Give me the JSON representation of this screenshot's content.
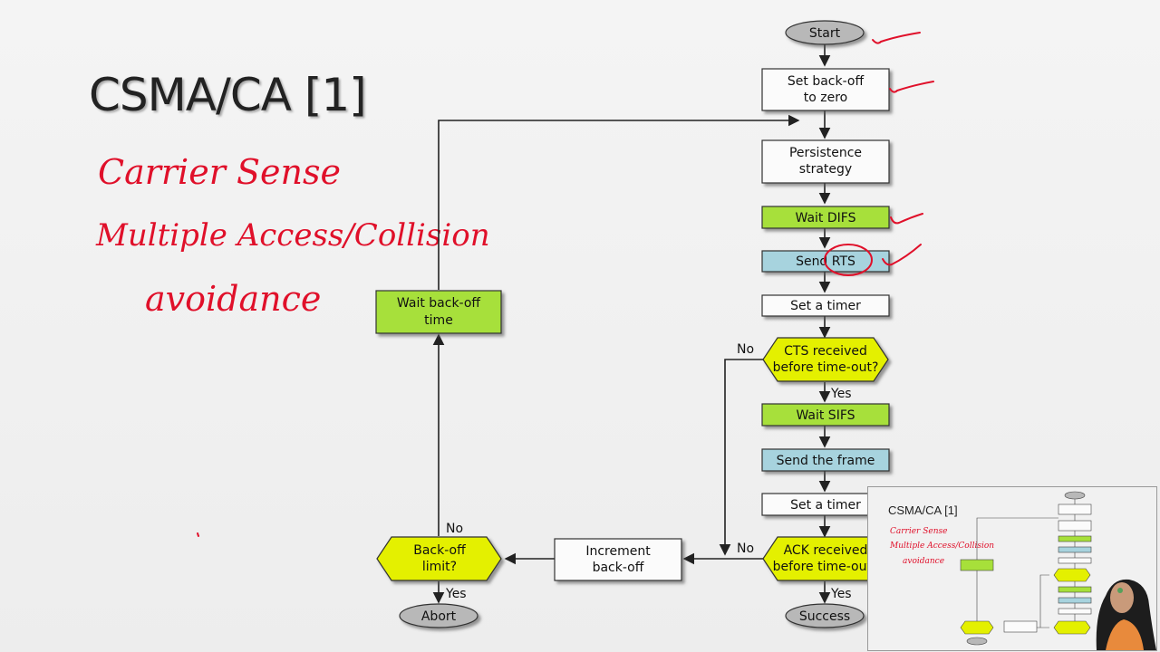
{
  "slide": {
    "title": "CSMA/CA [1]",
    "handwritten_notes": [
      "Carrier Sense",
      "Multiple Access/Collision",
      "avoidance"
    ]
  },
  "flowchart": {
    "start": "Start",
    "set_backoff": [
      "Set back-off",
      "to zero"
    ],
    "persistence": [
      "Persistence",
      "strategy"
    ],
    "wait_difs": "Wait DIFS",
    "send_rts": "Send RTS",
    "set_timer_1": "Set a timer",
    "cts_decision": [
      "CTS received",
      "before time-out?"
    ],
    "wait_sifs": "Wait SIFS",
    "send_frame": "Send the frame",
    "set_timer_2": "Set a timer",
    "ack_decision": [
      "ACK received",
      "before time-out?"
    ],
    "success": "Success",
    "increment_backoff": [
      "Increment",
      "back-off"
    ],
    "backoff_limit": [
      "Back-off",
      "limit?"
    ],
    "abort": "Abort",
    "wait_backoff": [
      "Wait back-off",
      "time"
    ],
    "labels": {
      "yes": "Yes",
      "no": "No"
    }
  },
  "colors": {
    "green": "#a7e03a",
    "blue": "#a7d3de",
    "yellow": "#e4f000",
    "gray": "#b8b8b8",
    "annotation_red": "#e0102a"
  },
  "video_overlay": {
    "title": "CSMA/CA [1]",
    "handwritten_notes": [
      "Carrier Sense",
      "Multiple Access/Collision",
      "avoidance"
    ]
  }
}
